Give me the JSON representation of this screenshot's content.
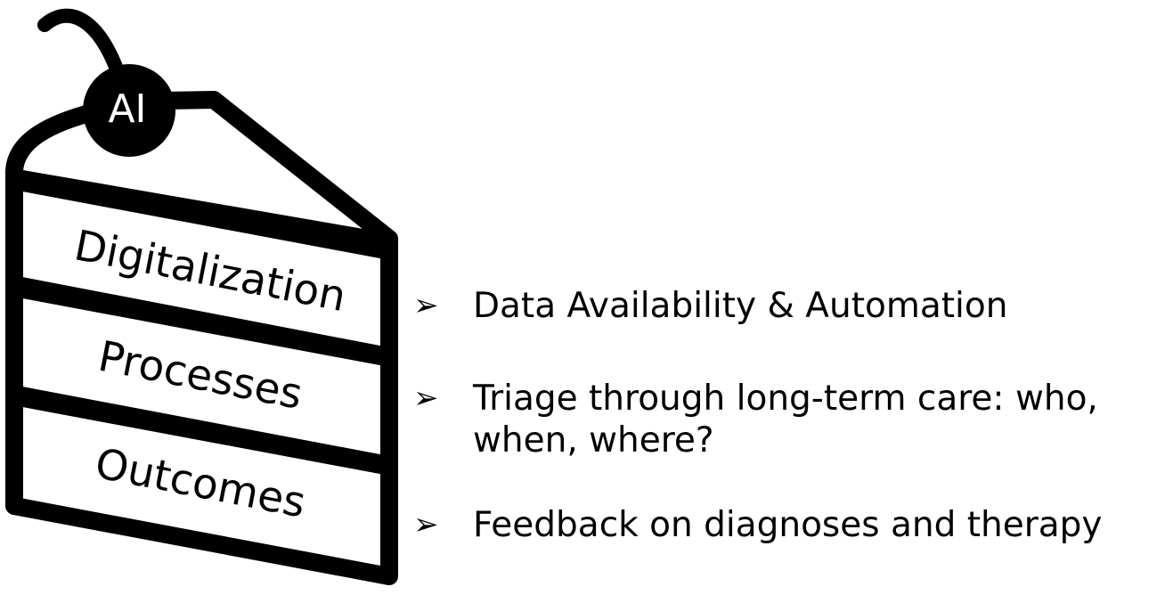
{
  "cake": {
    "ai_label": "AI",
    "layers": [
      {
        "label": "Digitalization"
      },
      {
        "label": "Processes"
      },
      {
        "label": "Outcomes"
      }
    ]
  },
  "bullets": [
    {
      "marker": "➢",
      "text": "Data Availability & Automation"
    },
    {
      "marker": "➢",
      "text": "Triage through long-term care: who, when, where?"
    },
    {
      "marker": "➢",
      "text": "Feedback on diagnoses and therapy"
    }
  ],
  "colors": {
    "ink": "#000000",
    "background": "#ffffff"
  }
}
